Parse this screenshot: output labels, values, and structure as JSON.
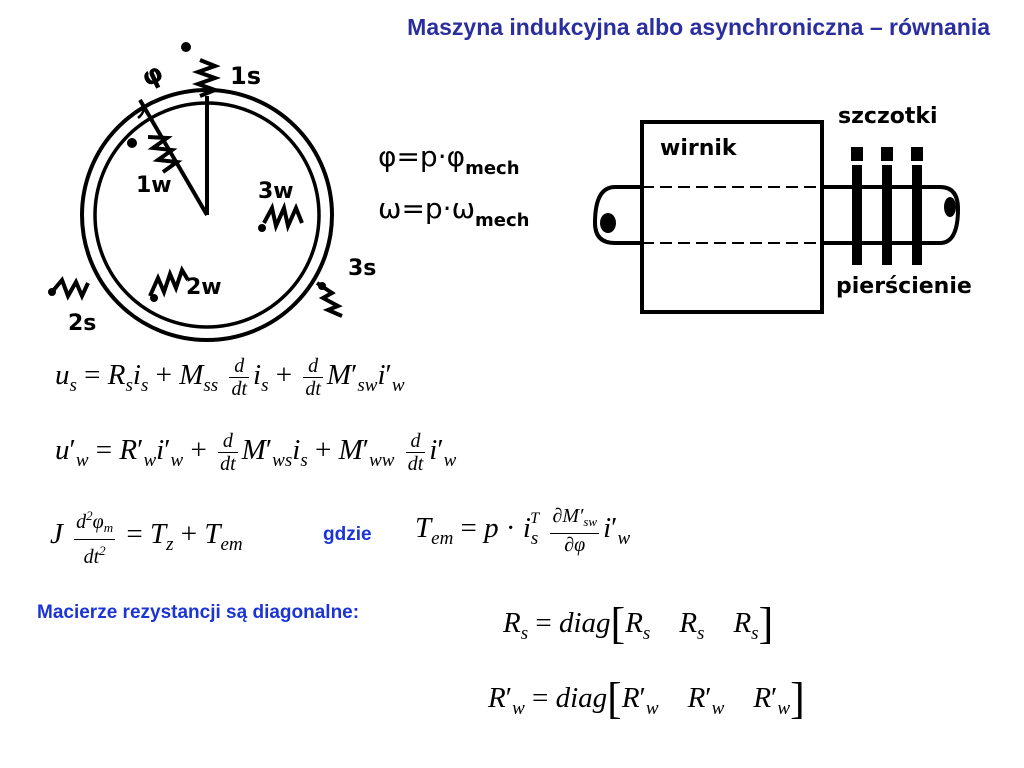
{
  "title": "Maszyna indukcyjna albo asynchroniczna – równania",
  "diagram_left": {
    "labels": {
      "1s": "1s",
      "2s": "2s",
      "3s": "3s",
      "1w": "1w",
      "2w": "2w",
      "3w": "3w",
      "phi": "φ"
    },
    "eq1": "φ=p·φ",
    "eq1_sub": "mech",
    "eq2": "ω=p·ω",
    "eq2_sub": "mech"
  },
  "diagram_right": {
    "wirnik": "wirnik",
    "szczotki": "szczotki",
    "pierscienie": "pierścienie"
  },
  "equations": {
    "gdzie": "gdzie",
    "macierze": "Macierze rezystancji są diagonalne:"
  }
}
